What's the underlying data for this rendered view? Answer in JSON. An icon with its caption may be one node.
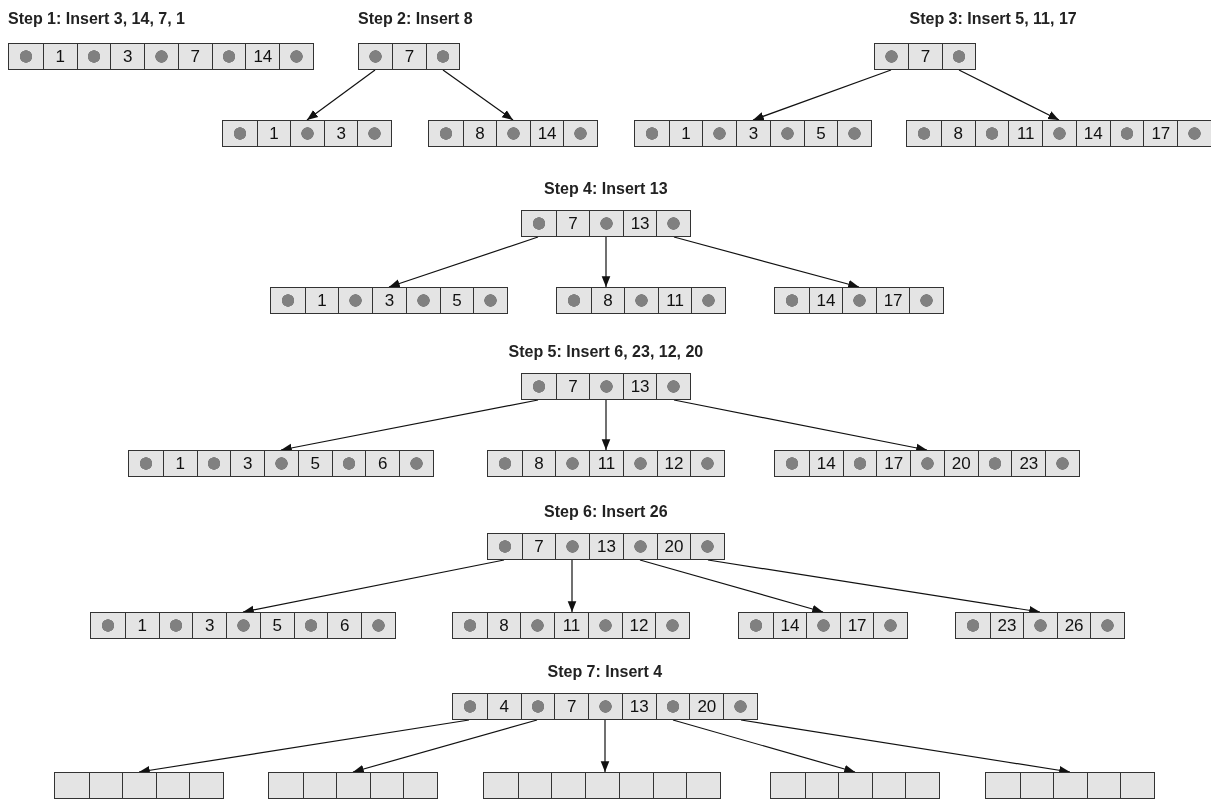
{
  "diagram": {
    "nodes": [
      {
        "text": [
          "1",
          "3",
          "7",
          "14"
        ]
      },
      {
        "text": [
          "7"
        ]
      },
      {
        "text": [
          "1",
          "3"
        ]
      },
      {
        "text": [
          "8",
          "14"
        ]
      },
      {
        "text": [
          "7"
        ]
      },
      {
        "text": [
          "1",
          "3",
          "5"
        ]
      },
      {
        "text": [
          "8",
          "11",
          "14",
          "17"
        ]
      },
      {
        "text": [
          "7",
          "13"
        ]
      },
      {
        "text": [
          "1",
          "3",
          "5"
        ]
      },
      {
        "text": [
          "8",
          "11"
        ]
      },
      {
        "text": [
          "14",
          "17"
        ]
      },
      {
        "text": [
          "7",
          "13"
        ]
      },
      {
        "text": [
          "1",
          "3",
          "5",
          "6"
        ]
      },
      {
        "text": [
          "8",
          "11",
          "12"
        ]
      },
      {
        "text": [
          "14",
          "17",
          "20",
          "23"
        ]
      },
      {
        "text": [
          "7",
          "13",
          "20"
        ]
      },
      {
        "text": [
          "1",
          "3",
          "5",
          "6"
        ]
      },
      {
        "text": [
          "8",
          "11",
          "12"
        ]
      },
      {
        "text": [
          "14",
          "17"
        ]
      },
      {
        "text": [
          "23",
          "26"
        ]
      },
      {
        "text": [
          "4",
          "7",
          "13",
          "20"
        ]
      },
      {
        "text": [],
        "shape": "box"
      },
      {
        "text": [],
        "shape": "box"
      },
      {
        "text": [],
        "shape": "box"
      },
      {
        "text": [],
        "shape": "box"
      },
      {
        "text": [],
        "shape": "box"
      }
    ],
    "edges": [
      {
        "from": 1,
        "to": 2,
        "arrow": "to"
      },
      {
        "from": 1,
        "to": 3,
        "arrow": "to"
      },
      {
        "from": 4,
        "to": 5,
        "arrow": "to"
      },
      {
        "from": 4,
        "to": 6,
        "arrow": "to"
      },
      {
        "from": 7,
        "to": 8,
        "arrow": "to"
      },
      {
        "from": 7,
        "to": 9,
        "arrow": "to"
      },
      {
        "from": 7,
        "to": 10,
        "arrow": "to"
      },
      {
        "from": 11,
        "to": 12,
        "arrow": "to"
      },
      {
        "from": 11,
        "to": 13,
        "arrow": "to"
      },
      {
        "from": 11,
        "to": 14,
        "arrow": "to"
      },
      {
        "from": 15,
        "to": 16,
        "arrow": "to"
      },
      {
        "from": 15,
        "to": 17,
        "arrow": "to"
      },
      {
        "from": 15,
        "to": 18,
        "arrow": "to"
      },
      {
        "from": 15,
        "to": 19,
        "arrow": "to"
      },
      {
        "from": 20,
        "to": 21,
        "arrow": "to"
      },
      {
        "from": 20,
        "to": 22,
        "arrow": "to"
      },
      {
        "from": 20,
        "to": 23,
        "arrow": "to"
      },
      {
        "from": 20,
        "to": 24,
        "arrow": "to"
      },
      {
        "from": 20,
        "to": 25,
        "arrow": "to"
      }
    ],
    "labels": [
      "Step 1: Insert 3, 14, 7, 1",
      "Step 2: Insert 8",
      "Step 3: Insert 5, 11, 17",
      "Step 4: Insert 13",
      "Step 5: Insert 6, 23, 12, 20",
      "Step 6: Insert 26",
      "Step 7: Insert 4"
    ]
  }
}
